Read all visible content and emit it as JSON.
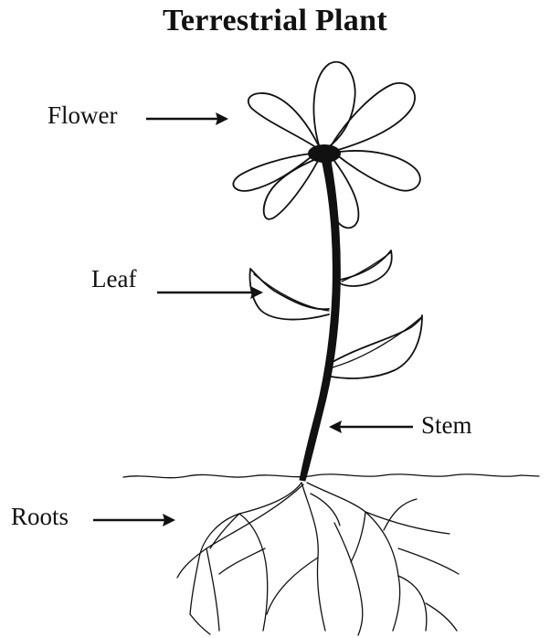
{
  "title": "Terrestrial Plant",
  "labels": {
    "flower": "Flower",
    "leaf": "Leaf",
    "stem": "Stem",
    "roots": "Roots"
  },
  "colors": {
    "ink": "#111111",
    "background": "#ffffff"
  }
}
